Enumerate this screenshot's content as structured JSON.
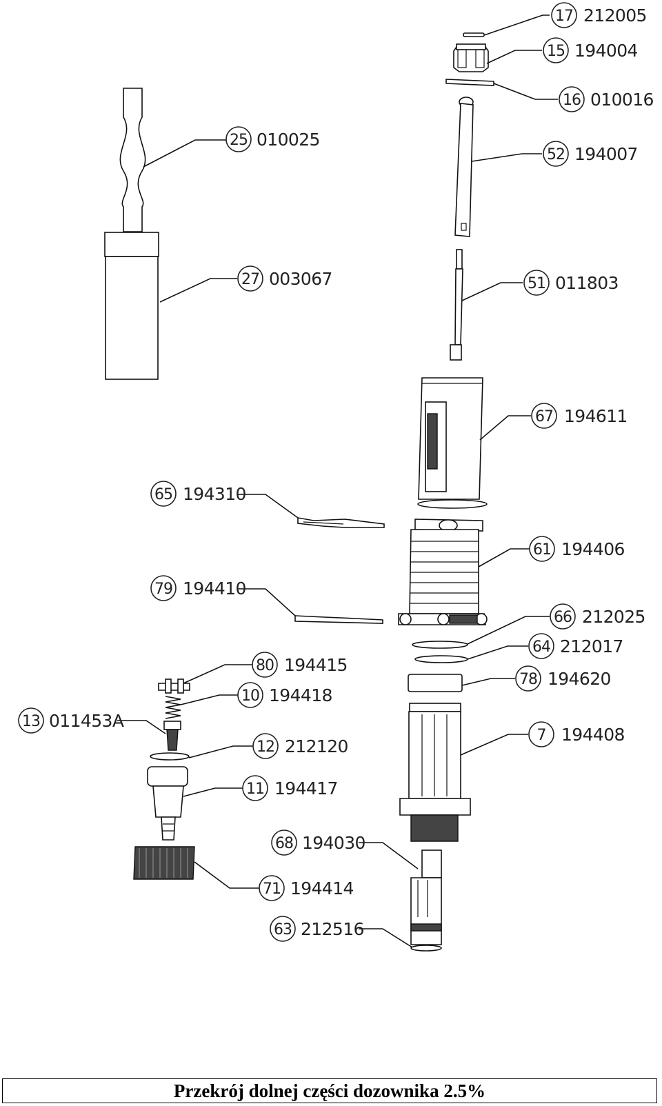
{
  "caption": "Przekrój  dolnej części dozownika 2.5%",
  "callouts": [
    {
      "num": "17",
      "code": "212005"
    },
    {
      "num": "15",
      "code": "194004"
    },
    {
      "num": "16",
      "code": "010016"
    },
    {
      "num": "52",
      "code": "194007"
    },
    {
      "num": "25",
      "code": "010025"
    },
    {
      "num": "27",
      "code": "003067"
    },
    {
      "num": "51",
      "code": "011803"
    },
    {
      "num": "67",
      "code": "194611"
    },
    {
      "num": "65",
      "code": "194310"
    },
    {
      "num": "61",
      "code": "194406"
    },
    {
      "num": "79",
      "code": "194410"
    },
    {
      "num": "66",
      "code": "212025"
    },
    {
      "num": "64",
      "code": "212017"
    },
    {
      "num": "80",
      "code": "194415"
    },
    {
      "num": "78",
      "code": "194620"
    },
    {
      "num": "10",
      "code": "194418"
    },
    {
      "num": "13",
      "code": "011453A"
    },
    {
      "num": "7",
      "code": "194408"
    },
    {
      "num": "12",
      "code": "212120"
    },
    {
      "num": "11",
      "code": "194417"
    },
    {
      "num": "68",
      "code": "194030"
    },
    {
      "num": "71",
      "code": "194414"
    },
    {
      "num": "63",
      "code": "212516"
    }
  ]
}
